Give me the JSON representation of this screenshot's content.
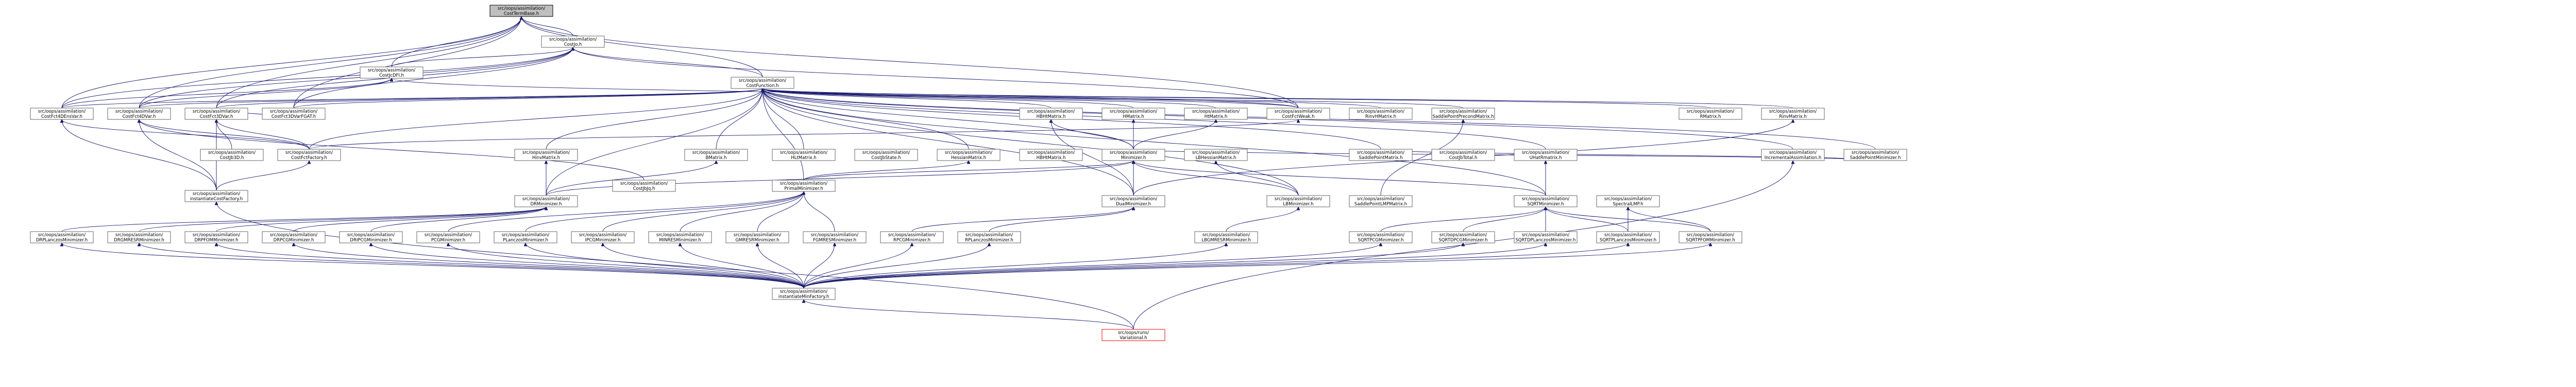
{
  "nodes": {
    "costtermbase": "src/oops/assimilation/CostTermBase.h",
    "costjo": "src/oops/assimilation/CostJo.h",
    "costjcdfi": "src/oops/assimilation/CostJcDFI.h",
    "costfunction": "src/oops/assimilation/CostFunction.h",
    "costfct4densvar": "src/oops/assimilation/CostFct4DEnsVar.h",
    "costfct4dvar": "src/oops/assimilation/CostFct4DVar.h",
    "costfct3dvar": "src/oops/assimilation/CostFct3DVar.h",
    "costfct3dvar_fgat": "src/oops/assimilation/CostFct3DVarFGAT.h",
    "costfctweak": "src/oops/assimilation/CostFctWeak.h",
    "hbhtmatrix": "src/oops/assimilation/HBHtMatrix.h",
    "hmatrix": "src/oops/assimilation/HMatrix.h",
    "hessianmatrix": "src/oops/assimilation/HessianMatrix.h",
    "hinvmatrix": "src/oops/assimilation/HinvMatrix.h",
    "hltmatrix": "src/oops/assimilation/HLtMatrix.h",
    "hmatrix2": "src/oops/assimilation/HtMatrix.h",
    "rmatrix": "src/oops/assimilation/RMatrix.h",
    "rinvmatrix": "src/oops/assimilation/RinvMatrix.h",
    "rinvhmatrix": "src/oops/assimilation/RinvHMatrix.h",
    "minimizer": "src/oops/assimilation/Minimizer.h",
    "bmatrix": "src/oops/assimilation/BMatrix.h",
    "costfctfactory": "src/oops/assimilation/CostFctFactory.h",
    "costjb3d": "src/oops/assimilation/CostJb3D.h",
    "costjbjq": "src/oops/assimilation/CostJbJq.h",
    "costjbstate": "src/oops/assimilation/CostJbState.h",
    "costjbtotal": "src/oops/assimilation/CostJbTotal.h",
    "hbhtmat": "src/oops/assimilation/HBHtMatrix.h",
    "dualminimizer": "src/oops/assimilation/DualMinimizer.h",
    "primalminimizer": "src/oops/assimilation/PrimalMinimizer.h",
    "drminimizer": "src/oops/assimilation/DRMinimizer.h",
    "lbminimizer": "src/oops/assimilation/LBMinimizer.h",
    "lbhessianmatrix": "src/oops/assimilation/LBHessianMatrix.h",
    "saddlepointmatrix": "src/oops/assimilation/SaddlePointMatrix.h",
    "saddlepointprecond": "src/oops/assimilation/SaddlePointPrecondMatrix.h",
    "saddlepointlmpmatrix": "src/oops/assimilation/SaddlePointLMPMatrix.h",
    "saddlepointminimizer": "src/oops/assimilation/SaddlePointMinimizer.h",
    "incrementalassim": "src/oops/assimilation/IncrementalAssimilation.h",
    "sqrtminimizer": "src/oops/assimilation/SQRTMinimizer.h",
    "sqrtplanczos": "src/oops/assimilation/SQRTPLanczosMinimizer.h",
    "sqrtdplanczos": "src/oops/assimilation/SQRTDPLanczosMinimizer.h",
    "sqrtpcg": "src/oops/assimilation/SQRTPCGMinimizer.h",
    "sqrtdpcg": "src/oops/assimilation/SQRTDPCGMinimizer.h",
    "sqrtpfom": "src/oops/assimilation/SQRTPFOMMinimizer.h",
    "spectrallmp": "src/oops/assimilation/SpectralLMP.h",
    "uhatmatrix": "src/oops/assimilation/UHatRmatrix.h",
    "drplanczos": "src/oops/assimilation/DRPLanczosMinimizer.h",
    "drgmresr": "src/oops/assimilation/DRGMRESRMinimizer.h",
    "drpfom": "src/oops/assimilation/DRPFOMMinimizer.h",
    "drpcg": "src/oops/assimilation/DRPCGMinimizer.h",
    "drpcga": "src/oops/assimilation/DRIPCGMinimizer.h",
    "pcgminimizer": "src/oops/assimilation/PCGMinimizer.h",
    "planczos": "src/oops/assimilation/PLanczosMinimizer.h",
    "ipcg": "src/oops/assimilation/IPCGMinimizer.h",
    "minres": "src/oops/assimilation/MINRESMinimizer.h",
    "gmresr": "src/oops/assimilation/GMRESRMinimizer.h",
    "fgmres": "src/oops/assimilation/FGMRESMinimizer.h",
    "rpcg": "src/oops/assimilation/RPCGMinimizer.h",
    "rplanczos": "src/oops/assimilation/RPLanczosMinimizer.h",
    "lbgmresr": "src/oops/assimilation/LBGMRESRMinimizer.h",
    "instantiatecostfactory": "src/oops/assimilation/instantiateCostFactory.h",
    "instantiateminfactory": "src/oops/assimilation/instantiateMinFactory.h",
    "variational": "src/oops/runs/Variational.h"
  },
  "colors": {
    "edge": "#191970",
    "root_fill": "#bfbfbf",
    "node_border": "#666666",
    "highlight_border": "#ff0000"
  }
}
